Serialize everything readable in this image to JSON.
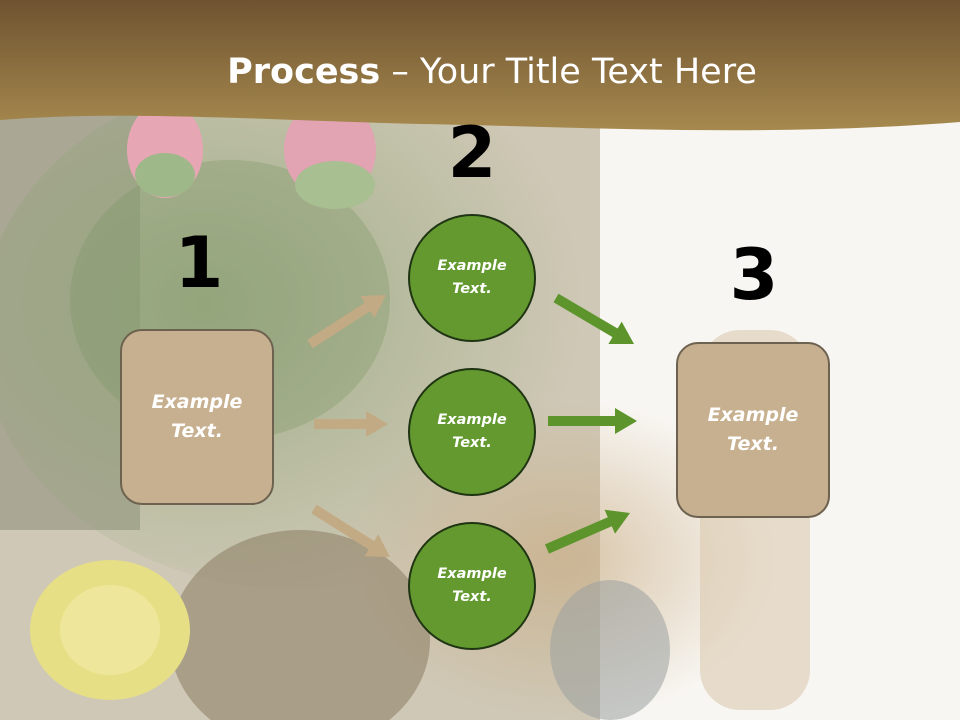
{
  "title": {
    "bold": "Process",
    "rest": " – Your Title Text Here"
  },
  "steps": {
    "s1": {
      "number": "1",
      "text": "Example\nText."
    },
    "s2": {
      "number": "2",
      "circles": [
        "Example\nText.",
        "Example\nText.",
        "Example\nText."
      ]
    },
    "s3": {
      "number": "3",
      "text": "Example\nText."
    }
  },
  "colors": {
    "header_band": "#7a5f35",
    "box_fill": "#c7b08f",
    "box_border": "#6d6250",
    "circle_fill": "#63992f",
    "circle_border": "#1f3412",
    "left_arrows": "#c2aa84",
    "right_arrows": "#5d952c"
  }
}
